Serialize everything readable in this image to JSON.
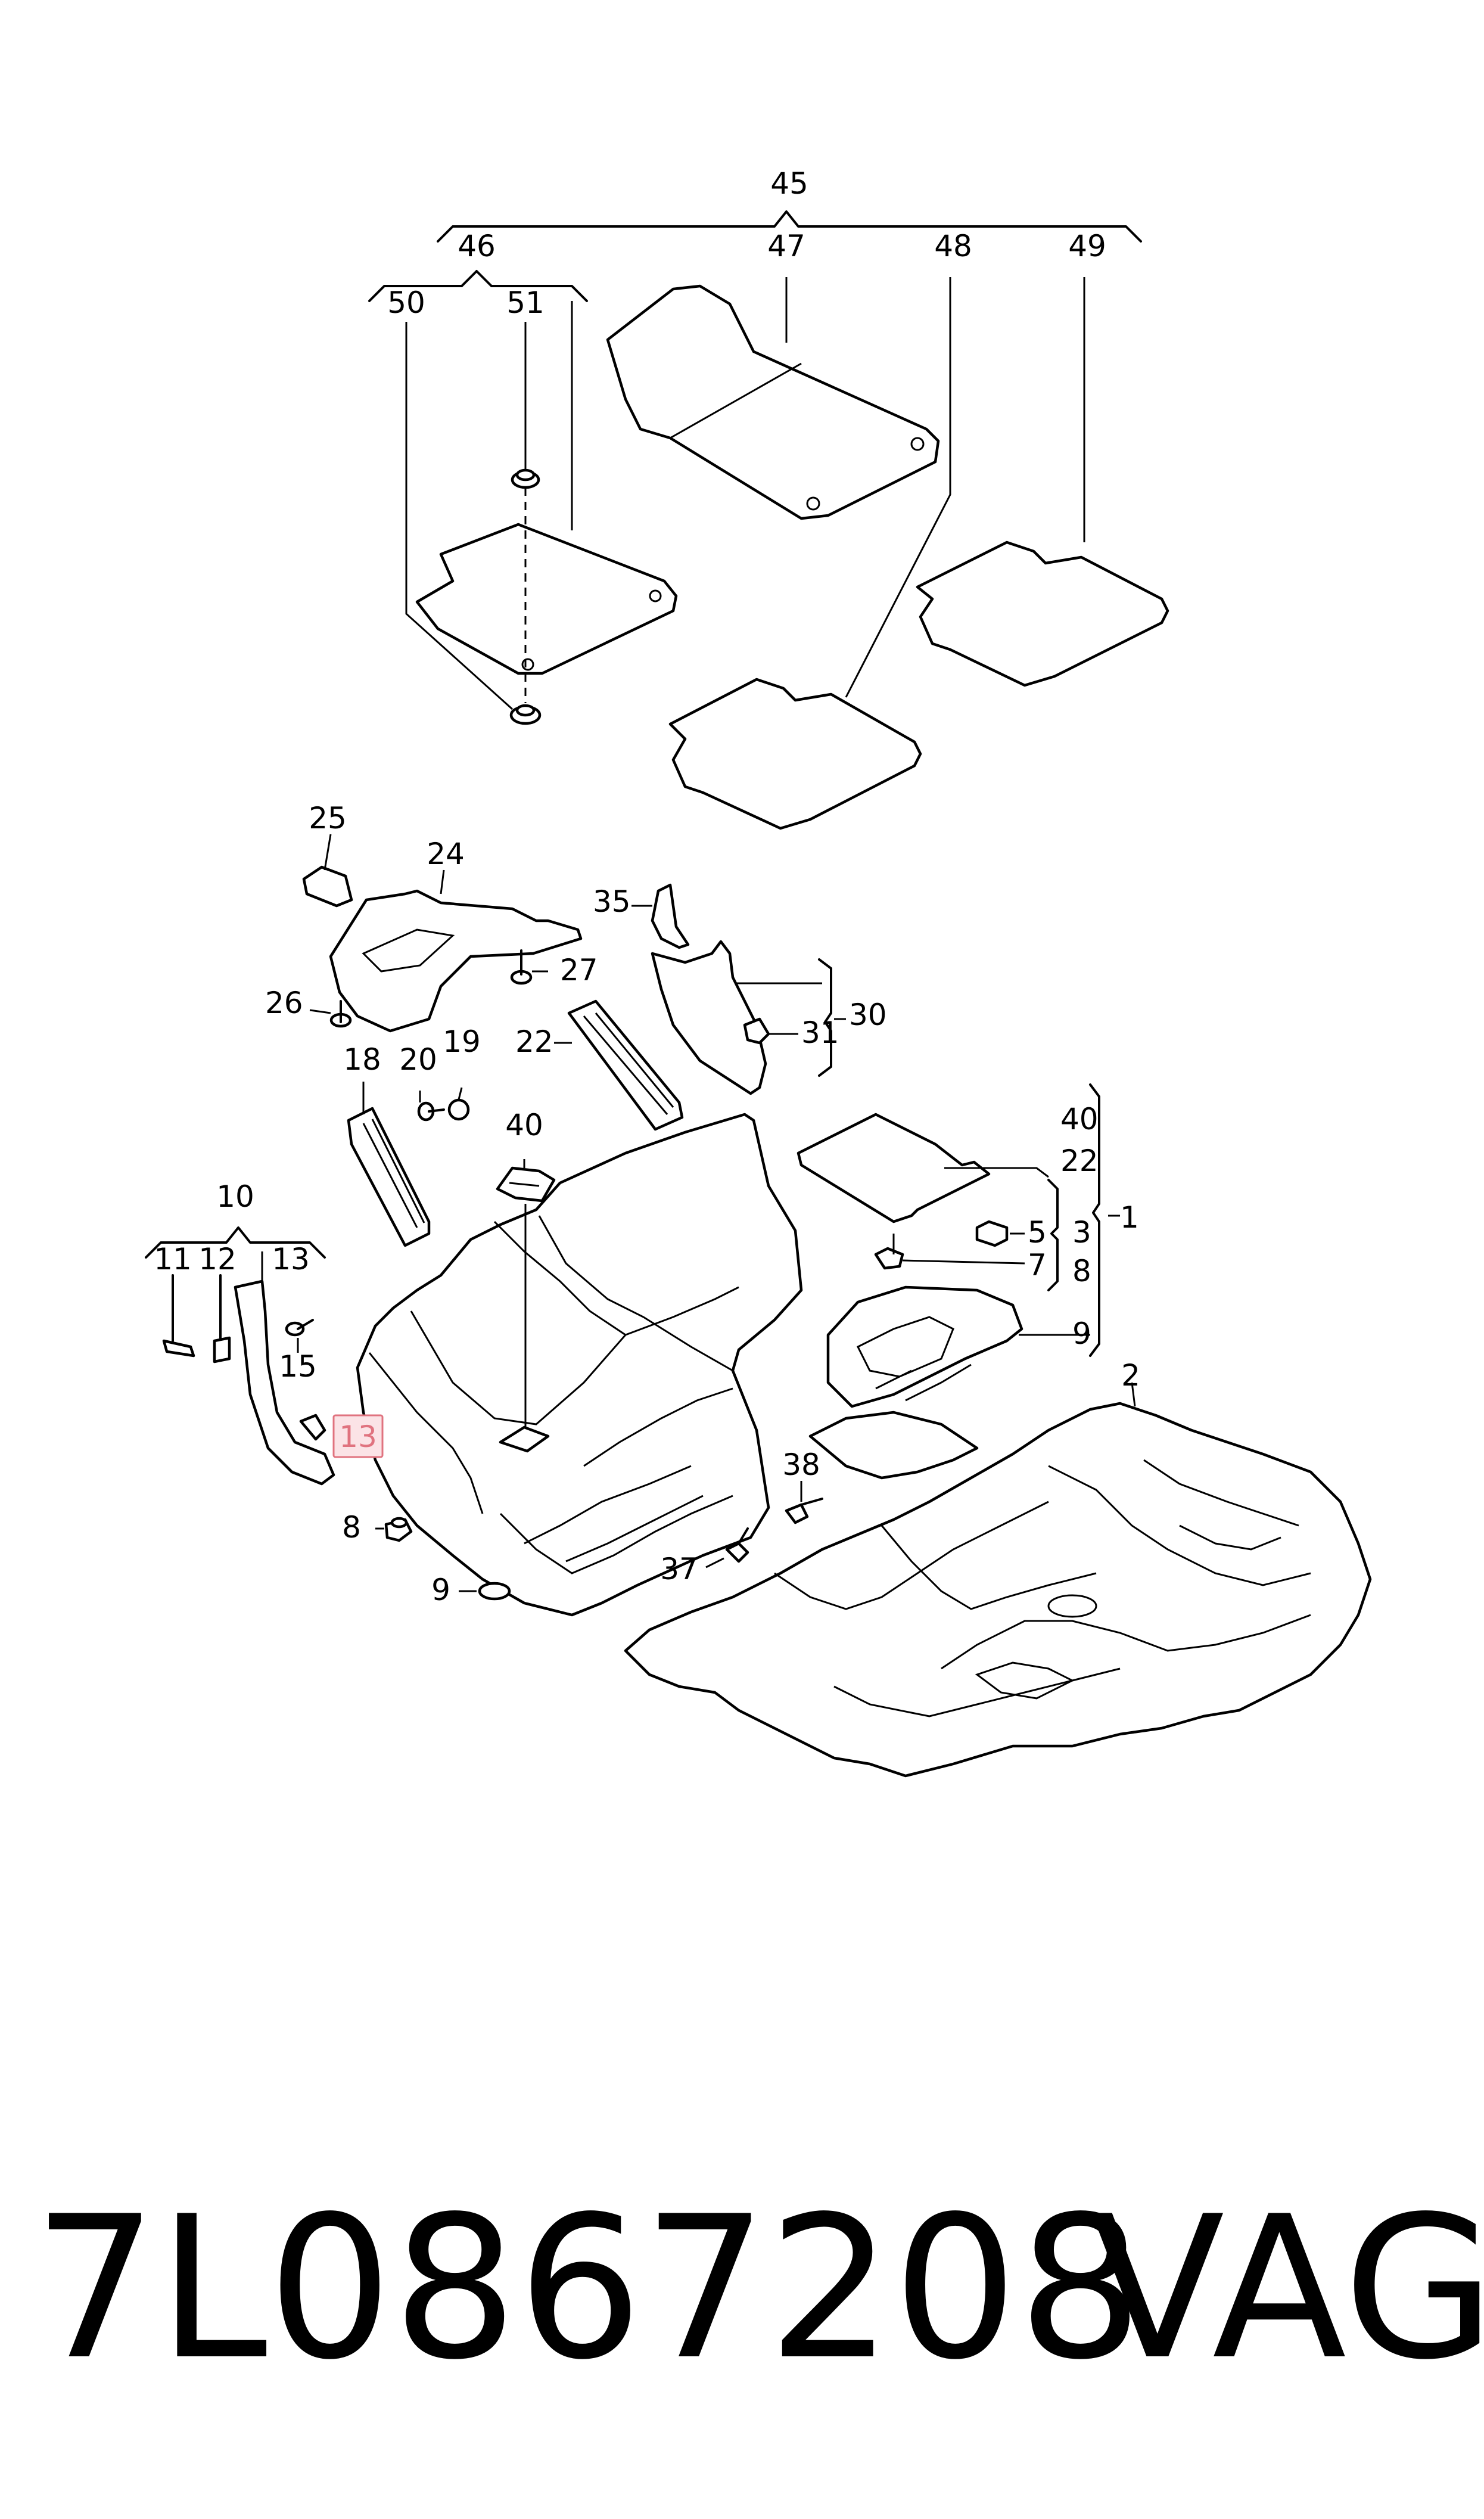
{
  "callouts": {
    "c45": "45",
    "c46": "46",
    "c47": "47",
    "c48": "48",
    "c49": "49",
    "c50": "50",
    "c51": "51",
    "c25": "25",
    "c24": "24",
    "c27": "27",
    "c26": "26",
    "c35": "35",
    "c30": "30",
    "c31": "31",
    "c22a": "22",
    "c18": "18",
    "c20": "20",
    "c19": "19",
    "c40a": "40",
    "c40b": "40",
    "c22b": "22",
    "c5": "5",
    "c3": "3",
    "c1": "1",
    "c7": "7",
    "c8a": "8",
    "c9a": "9",
    "c10": "10",
    "c11": "11",
    "c12": "12",
    "c13a": "13",
    "c15": "15",
    "c13b": "13",
    "c2": "2",
    "c38": "38",
    "c8b": "8",
    "c9b": "9",
    "c37": "37"
  },
  "highlight_color": "#e0737f",
  "footer": {
    "part_number": "7L0867208",
    "brand": "VAG"
  }
}
